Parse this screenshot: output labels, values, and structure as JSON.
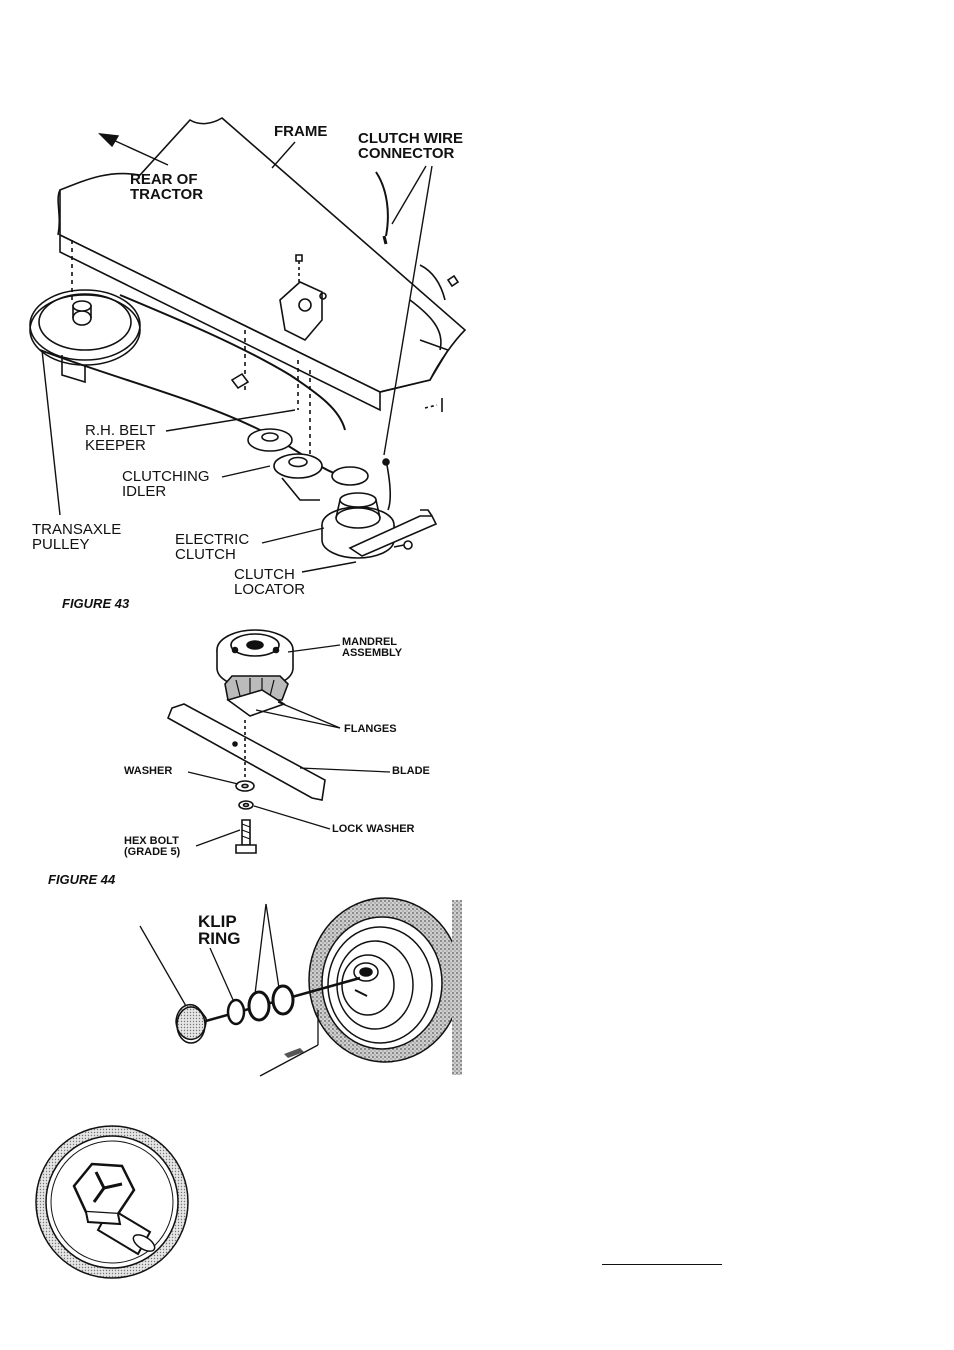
{
  "figure43": {
    "caption": "FIGURE 43",
    "labels": {
      "frame": "FRAME",
      "clutch_wire_connector": "CLUTCH WIRE\nCONNECTOR",
      "rear_of_tractor": "REAR OF\nTRACTOR",
      "rh_belt_keeper": "R.H. BELT\nKEEPER",
      "clutching_idler": "CLUTCHING\nIDLER",
      "transaxle_pulley": "TRANSAXLE\nPULLEY",
      "electric_clutch": "ELECTRIC\nCLUTCH",
      "clutch_locator": "CLUTCH\nLOCATOR"
    }
  },
  "figure44": {
    "caption": "FIGURE 44",
    "labels": {
      "mandrel_assembly": "MANDREL\nASSEMBLY",
      "flanges": "FLANGES",
      "washer": "WASHER",
      "blade": "BLADE",
      "lock_washer": "LOCK WASHER",
      "hex_bolt": "HEX BOLT\n(GRADE 5)"
    }
  },
  "figure45": {
    "labels": {
      "klip_ring": "KLIP\nRING"
    }
  }
}
